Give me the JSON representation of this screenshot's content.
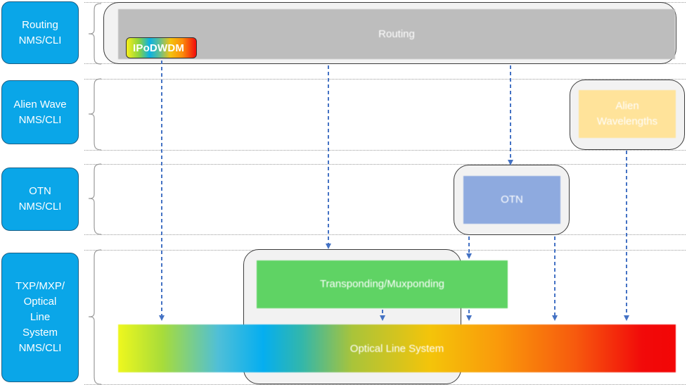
{
  "nms_labels": {
    "routing": "Routing\nNMS/CLI",
    "alien_wave": "Alien Wave\nNMS/CLI",
    "otn": "OTN\nNMS/CLI",
    "txp": "TXP/MXP/\nOptical\nLine\nSystem\nNMS/CLI"
  },
  "blocks": {
    "routing": "Routing",
    "ipodwdm": "IPoDWDM",
    "alien_wavelengths": "Alien\nWavelengths",
    "otn": "OTN",
    "transponding": "Transponding/Muxponding",
    "optical_line_system": "Optical Line System"
  },
  "colors": {
    "nms_box": "#0aa6e8",
    "routing_block": "#bdbdbd",
    "alien_block": "#ffe39a",
    "otn_block": "#8eaadf",
    "txp_block": "#5fd364",
    "arrow": "#4472c4"
  }
}
